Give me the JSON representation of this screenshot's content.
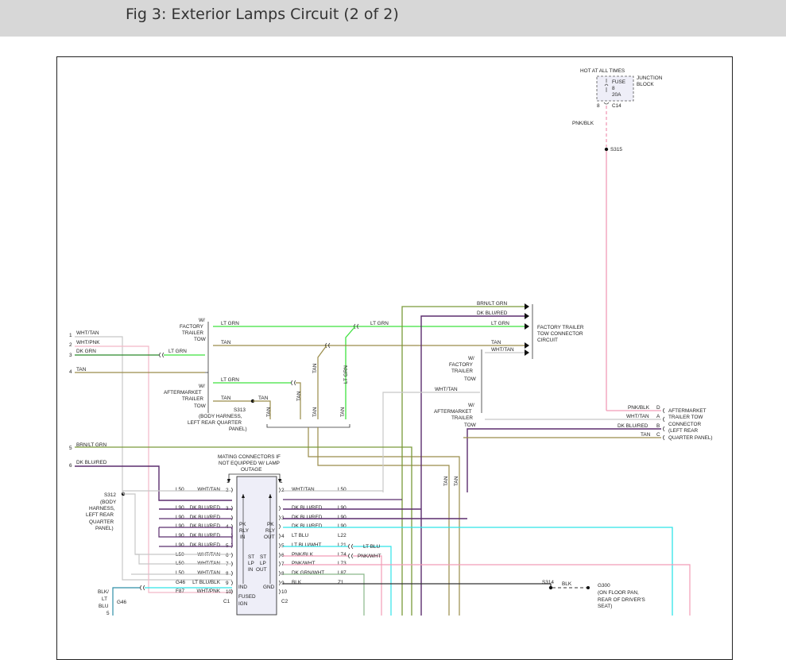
{
  "header": {
    "title": "Fig 3: Exterior Lamps Circuit (2 of 2)"
  },
  "colors": {
    "lt_grn": "#3fe23f",
    "dk_grn": "#2a8a2a",
    "tan": "#9a8c4a",
    "dk_blu_red": "#5b2d6e",
    "lt_blu": "#2fe3e8",
    "pnk": "#f29cb6",
    "wht": "#c8c8c8",
    "blk": "#333333",
    "brn_lt_grn": "#7a9a3a",
    "grn_wht": "#8ab88a",
    "box_fill": "#eeeef8"
  },
  "labels": {
    "hot_at_all_times": "HOT AT ALL TIMES",
    "fuse": "FUSE",
    "fuse_num": "8",
    "fuse_amp": "20A",
    "junction": "JUNCTION",
    "block": "BLOCK",
    "jb_pin": "8",
    "jb_conn": "C14",
    "pnk_blk": "PNK/BLK",
    "s315": "S315",
    "left_pins": [
      {
        "n": "1",
        "wire": "WHT/TAN"
      },
      {
        "n": "2",
        "wire": "WHT/PNK"
      },
      {
        "n": "3",
        "wire": "DK GRN"
      },
      {
        "n": "4",
        "wire": "TAN"
      },
      {
        "n": "5",
        "wire": "BRN/LT GRN"
      },
      {
        "n": "6",
        "wire": "DK BLU/RED"
      }
    ],
    "lt_grn": "LT GRN",
    "tan": "TAN",
    "brn_lt_grn": "BRN/LT GRN",
    "dk_blu_red": "DK BLU/RED",
    "wht_tan": "WHT/TAN",
    "w": "W/",
    "factory": "FACTORY",
    "trailer": "TRAILER",
    "tow": "TOW",
    "aftermarket": "AFTERMARKET",
    "factory_trailer": "FACTORY TRAILER",
    "tow_connector": "TOW CONNECTOR",
    "circuit": "CIRCUIT",
    "s313": "S313",
    "body_harness": "(BODY HARNESS,",
    "left_rear_quarter": "LEFT REAR QUARTER",
    "panel_close": "PANEL)",
    "aft_conn": [
      {
        "wire": "PNK/BLK",
        "pin": "D"
      },
      {
        "wire": "WHT/TAN",
        "pin": "A"
      },
      {
        "wire": "DK BLU/RED",
        "pin": "B"
      },
      {
        "wire": "TAN",
        "pin": "C"
      }
    ],
    "aft_conn_desc": [
      "AFTERMARKET",
      "TRAILER TOW",
      "CONNECTOR",
      "(LEFT REAR",
      "QUARTER PANEL)"
    ],
    "mating": [
      "MATING CONNECTORS IF",
      "NOT EQUIPPED W/ LAMP",
      "OUTAGE"
    ],
    "s312": "S312",
    "s312_desc": [
      "(BODY",
      "HARNESS,",
      "LEFT REAR",
      "QUARTER",
      "PANEL)"
    ],
    "module_left": [
      {
        "circ": "L50",
        "wire": "WHT/TAN",
        "pin": "2"
      },
      {
        "circ": "L90",
        "wire": "DK BLU/RED",
        "pin": "3"
      },
      {
        "circ": "L90",
        "wire": "DK BLU/RED",
        "pin": ""
      },
      {
        "circ": "L90",
        "wire": "DK BLU/RED",
        "pin": "4"
      },
      {
        "circ": "L90",
        "wire": "DK BLU/RED",
        "pin": ""
      },
      {
        "circ": "L90",
        "wire": "DK BLU/RED",
        "pin": "5"
      },
      {
        "circ": "L50",
        "wire": "WHT/TAN",
        "pin": "6"
      },
      {
        "circ": "L50",
        "wire": "WHT/TAN",
        "pin": "7"
      },
      {
        "circ": "L50",
        "wire": "WHT/TAN",
        "pin": "8"
      },
      {
        "circ": "G46",
        "wire": "LT BLU/BLK",
        "pin": "9"
      },
      {
        "circ": "F87",
        "wire": "WHT/PNK",
        "pin": "10"
      }
    ],
    "module_right": [
      {
        "pin": "2",
        "wire": "WHT/TAN",
        "circ": "L50"
      },
      {
        "pin": "",
        "wire": "DK BLU/RED",
        "circ": "L90"
      },
      {
        "pin": "3",
        "wire": "DK BLU/RED",
        "circ": "L90"
      },
      {
        "pin": "",
        "wire": "DK BLU/RED",
        "circ": "L90"
      },
      {
        "pin": "4",
        "wire": "LT BLU",
        "circ": "L22"
      },
      {
        "pin": "5",
        "wire": "LT BLU/WHT",
        "circ": "L21"
      },
      {
        "pin": "6",
        "wire": "PNK/BLK",
        "circ": "L74"
      },
      {
        "pin": "7",
        "wire": "PNK/WHT",
        "circ": "L73"
      },
      {
        "pin": "8",
        "wire": "DK GRN/WHT",
        "circ": "L87"
      },
      {
        "pin": "9",
        "wire": "BLK",
        "circ": "Z1"
      },
      {
        "pin": "10",
        "wire": "",
        "circ": ""
      }
    ],
    "lt_blu": "LT BLU",
    "pnk_wht": "PNK/WHT",
    "module_inner": {
      "pk": "PK",
      "rly": "RLY",
      "in": "IN",
      "out": "OUT",
      "st": "ST",
      "lp": "LP",
      "ind": "IND",
      "fused": "FUSED",
      "ign": "IGN",
      "gnd": "GND",
      "c1": "C1",
      "c2": "C2",
      "pin1": "1"
    },
    "s314": "S314",
    "blk": "BLK",
    "g300": "G300",
    "g300_desc": [
      "(ON FLOOR PAN,",
      "REAR OF DRIVER'S",
      "SEAT)"
    ],
    "bottom_left": [
      "BLK/",
      "LT",
      "BLU"
    ],
    "g46": "G46",
    "pin5": "5"
  }
}
